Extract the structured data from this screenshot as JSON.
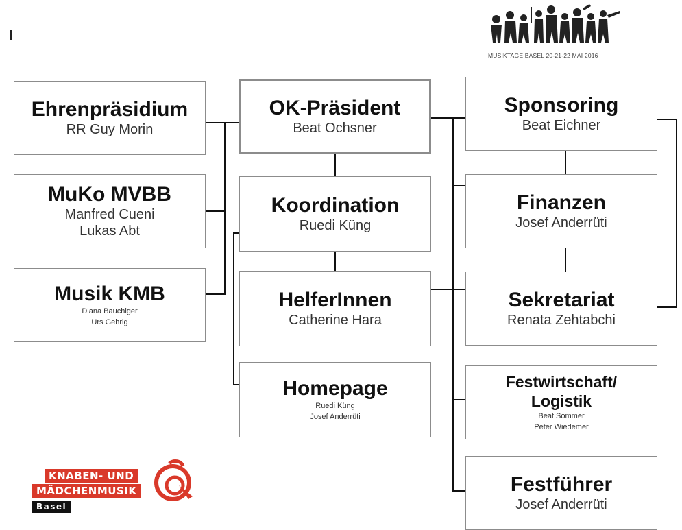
{
  "header": {
    "logo_caption": "MUSIKTAGE BASEL 20-21-22 MAI 2016"
  },
  "boxes": {
    "ehrenpraesidium": {
      "title": "Ehrenpräsidium",
      "person": "RR Guy Morin"
    },
    "muko": {
      "title": "MuKo MVBB",
      "person_1": "Manfred Cueni",
      "person_2": "Lukas Abt"
    },
    "musik_kmb": {
      "title": "Musik KMB",
      "person_1": "Diana Bauchiger",
      "person_2": "Urs Gehrig"
    },
    "ok_praesident": {
      "title": "OK-Präsident",
      "person": "Beat Ochsner"
    },
    "koordination": {
      "title": "Koordination",
      "person": "Ruedi Küng"
    },
    "helferinnen": {
      "title": "HelferInnen",
      "person": "Catherine Hara"
    },
    "homepage": {
      "title": "Homepage",
      "person_1": "Ruedi Küng",
      "person_2": "Josef Anderrüti"
    },
    "sponsoring": {
      "title": "Sponsoring",
      "person": "Beat Eichner"
    },
    "finanzen": {
      "title": "Finanzen",
      "person": "Josef Anderrüti"
    },
    "sekretariat": {
      "title": "Sekretariat",
      "person": "Renata Zehtabchi"
    },
    "festwirtschaft": {
      "title_1": "Festwirtschaft/",
      "title_2": "Logistik",
      "person_1": "Beat Sommer",
      "person_2": "Peter Wiedemer"
    },
    "festfuehrer": {
      "title": "Festführer",
      "person": "Josef Anderrüti"
    }
  },
  "footer_logo": {
    "line_1": "KNABEN- UND",
    "line_2": "MÄDCHENMUSIK",
    "line_3": "Basel",
    "color": "#d9392a"
  }
}
